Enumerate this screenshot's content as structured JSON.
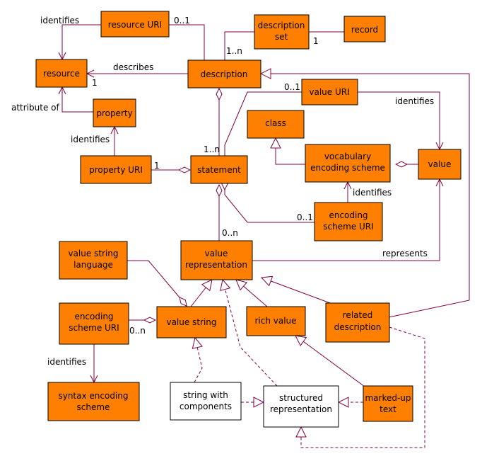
{
  "colors": {
    "box_fill": "#ff8000",
    "plain_fill": "#ffffff",
    "border": "#000000",
    "line": "#800040"
  },
  "boxes": {
    "resource_uri": [
      "resource URI"
    ],
    "description_set": [
      "description",
      "set"
    ],
    "record": [
      "record"
    ],
    "resource": [
      "resource"
    ],
    "description": [
      "description"
    ],
    "value_uri": [
      "value URI"
    ],
    "property": [
      "property"
    ],
    "class": [
      "class"
    ],
    "vocabulary_encoding_scheme": [
      "vocabulary",
      "encoding scheme"
    ],
    "value": [
      "value"
    ],
    "property_uri": [
      "property URI"
    ],
    "statement": [
      "statement"
    ],
    "encoding_scheme_uri_top": [
      "encoding",
      "scheme URI"
    ],
    "value_string_language": [
      "value string",
      "language"
    ],
    "value_representation": [
      "value",
      "representation"
    ],
    "encoding_scheme_uri_left": [
      "encoding",
      "scheme URI"
    ],
    "value_string": [
      "value string"
    ],
    "rich_value": [
      "rich value"
    ],
    "related_description": [
      "related",
      "description"
    ],
    "syntax_encoding_scheme": [
      "syntax encoding",
      "scheme"
    ],
    "string_with_components": [
      "string with",
      "components"
    ],
    "structured_representation": [
      "structured",
      "representation"
    ],
    "marked_up_text": [
      "marked-up",
      "text"
    ]
  },
  "labels": {
    "identifies_resource_uri": "identifies",
    "mult_0_1_resource_uri": "0..1",
    "mult_1_n_description_set": "1..n",
    "mult_1_record": "1",
    "describes": "describes",
    "mult_1_resource": "1",
    "attribute_of": "attribute of",
    "identifies_property_uri": "identifies",
    "mult_0_1_value_uri": "0..1",
    "identifies_value_uri": "identifies",
    "mult_1_n_statement": "1..n",
    "mult_1_property_uri": "1",
    "identifies_encoding_scheme": "identifies",
    "mult_0_1_encoding_scheme": "0..1",
    "mult_0_n_value_repr": "0..n",
    "represents": "represents",
    "mult_0_n_encoding_left": "0..n",
    "identifies_syntax": "identifies"
  }
}
